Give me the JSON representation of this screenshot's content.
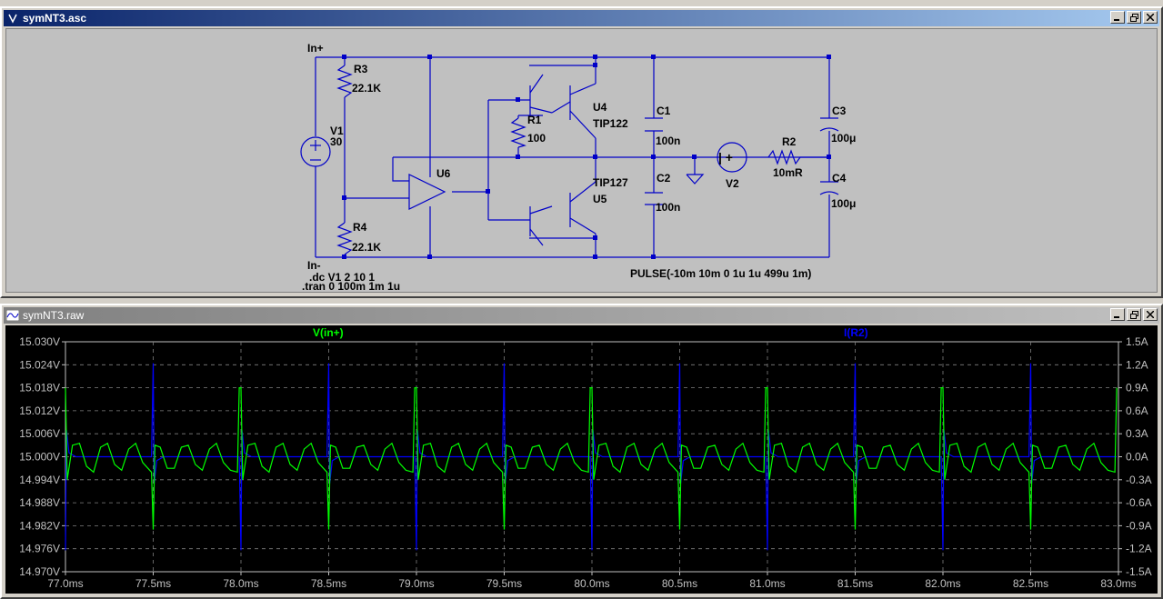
{
  "schematic_window": {
    "title": "symNT3.asc",
    "labels": {
      "in_plus": "In+",
      "in_minus": "In-",
      "r3": "R3",
      "r3_val": "22.1K",
      "r4": "R4",
      "r4_val": "22.1K",
      "v1": "V1",
      "v1_val": "30",
      "u6": "U6",
      "r1": "R1",
      "r1_val": "100",
      "u4": "U4",
      "u4_val": "TIP122",
      "u5": "U5",
      "u5_val": "TIP127",
      "c1": "C1",
      "c1_val": "100n",
      "c2": "C2",
      "c2_val": "100n",
      "v2": "V2",
      "r2": "R2",
      "r2_val": "10mR",
      "c3": "C3",
      "c3_val": "100μ",
      "c4": "C4",
      "c4_val": "100μ",
      "dc_directive": ".dc V1 2 10 1",
      "tran_directive": ".tran 0 100m 1m 1u",
      "pulse": "PULSE(-10m 10m 0 1u 1u 499u 1m)"
    }
  },
  "waveform_window": {
    "title": "symNT3.raw",
    "colors": {
      "background": "#000000",
      "trace_v": "#00ff00",
      "trace_i": "#0000ff",
      "grid": "#808080",
      "axis_text": "#c0c0c0"
    },
    "chart_data": {
      "type": "line",
      "x_ticks": [
        "77.0ms",
        "77.5ms",
        "78.0ms",
        "78.5ms",
        "79.0ms",
        "79.5ms",
        "80.0ms",
        "80.5ms",
        "81.0ms",
        "81.5ms",
        "82.0ms",
        "82.5ms",
        "83.0ms"
      ],
      "xlim": [
        77.0,
        83.0
      ],
      "x_unit": "ms",
      "y_left_ticks": [
        "15.030V",
        "15.024V",
        "15.018V",
        "15.012V",
        "15.006V",
        "15.000V",
        "14.994V",
        "14.988V",
        "14.982V",
        "14.976V",
        "14.970V"
      ],
      "y_left_lim": [
        14.97,
        15.03
      ],
      "y_right_ticks": [
        "1.5A",
        "1.2A",
        "0.9A",
        "0.6A",
        "0.3A",
        "0.0A",
        "-0.3A",
        "-0.6A",
        "-0.9A",
        "-1.2A",
        "-1.5A"
      ],
      "y_right_lim": [
        -1.5,
        1.5
      ],
      "grid": true,
      "series": [
        {
          "name": "V(in+)",
          "axis": "left",
          "period_ms": 0.5,
          "edge_times_ms": [
            77.0,
            77.5,
            78.0,
            78.5,
            79.0,
            79.5,
            80.0,
            80.5,
            81.0,
            81.5,
            82.0,
            82.5
          ],
          "baseline": 15.0,
          "ripple_amplitude": 0.0035,
          "spike_peaks": [
            15.018,
            14.981
          ],
          "x": [
            77.0,
            77.01,
            77.04,
            77.08,
            77.12,
            77.16,
            77.2,
            77.24,
            77.28,
            77.32,
            77.36,
            77.4,
            77.44,
            77.48,
            77.49,
            77.5,
            77.51,
            77.54,
            77.58,
            77.62,
            77.66,
            77.7,
            77.74,
            77.78,
            77.82,
            77.86,
            77.9,
            77.94,
            77.98,
            77.99
          ],
          "values": [
            15.018,
            14.994,
            15.003,
            15.0035,
            14.9975,
            14.996,
            15.0025,
            15.0035,
            14.998,
            14.9965,
            15.002,
            15.0035,
            14.9985,
            14.9965,
            14.996,
            14.981,
            15.003,
            15.0025,
            14.997,
            14.997,
            15.0025,
            15.003,
            14.998,
            14.9965,
            15.002,
            15.0035,
            14.9985,
            14.9965,
            14.996,
            15.018
          ]
        },
        {
          "name": "I(R2)",
          "axis": "right",
          "period_ms": 0.5,
          "edge_times_ms": [
            77.0,
            77.5,
            78.0,
            78.5,
            79.0,
            79.5,
            80.0,
            80.5,
            81.0,
            81.5,
            82.0,
            82.5
          ],
          "baseline": 0.0,
          "spike_peaks": [
            1.22,
            -1.22
          ],
          "x": [
            77.0,
            77.005,
            77.02,
            77.06,
            77.1,
            77.49,
            77.5,
            77.505,
            77.52,
            77.56,
            77.6,
            77.99
          ],
          "values": [
            -1.22,
            0.35,
            0.05,
            0.0,
            0.0,
            0.0,
            1.22,
            -0.35,
            -0.05,
            0.0,
            0.0,
            0.0
          ]
        }
      ]
    }
  }
}
